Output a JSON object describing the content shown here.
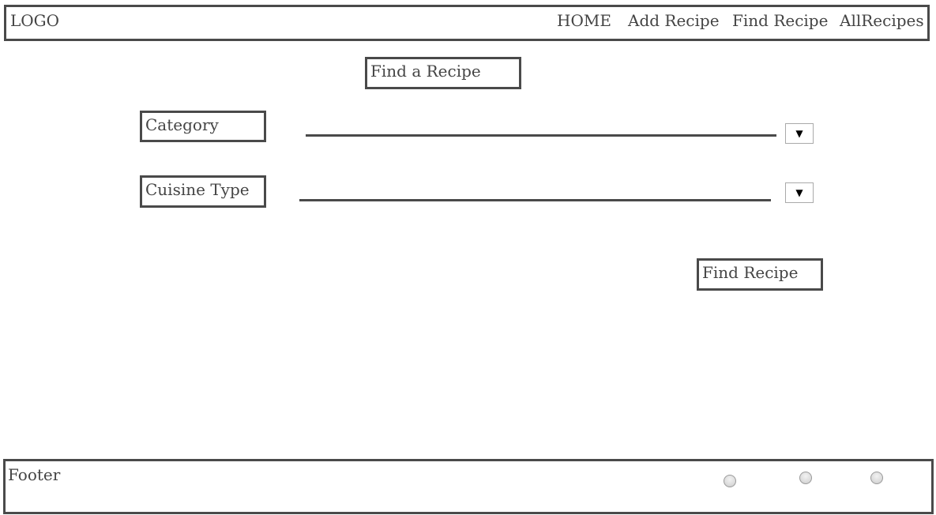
{
  "header": {
    "logo": "LOGO",
    "nav": [
      {
        "label": "HOME"
      },
      {
        "label": "Add Recipe"
      },
      {
        "label": "Find Recipe"
      },
      {
        "label": "AllRecipes"
      }
    ]
  },
  "main": {
    "title": "Find a Recipe",
    "category_label": "Category",
    "cuisine_label": "Cuisine Type",
    "dropdown_glyph": "▼",
    "find_button": "Find Recipe"
  },
  "footer": {
    "text": "Footer",
    "radio_count": 3
  }
}
